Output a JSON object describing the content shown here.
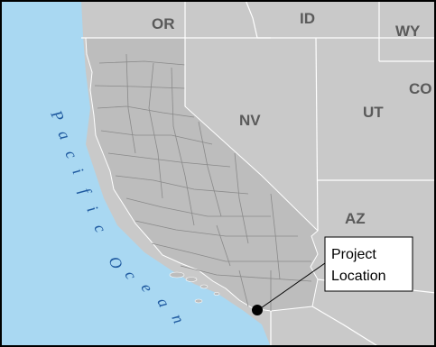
{
  "map": {
    "state_labels": {
      "oregon": "OR",
      "idaho": "ID",
      "wyoming": "WY",
      "nevada": "NV",
      "utah": "UT",
      "colorado": "CO",
      "arizona": "AZ"
    },
    "ocean_label": "Pacific Ocean",
    "callout": {
      "line1": "Project",
      "line2": "Location"
    }
  },
  "colors": {
    "ocean": "#a9d8f2",
    "land": "#c9c9c9",
    "california": "#bdbdbd",
    "borders": "#ffffff",
    "county_lines": "#8a8a8a",
    "state_label": "#5a5a5a",
    "ocean_text": "#1f5aa0",
    "frame": "#000000",
    "callout_box": "#ffffff",
    "marker": "#000000"
  },
  "icons": {
    "marker": "project-location-dot-icon"
  }
}
